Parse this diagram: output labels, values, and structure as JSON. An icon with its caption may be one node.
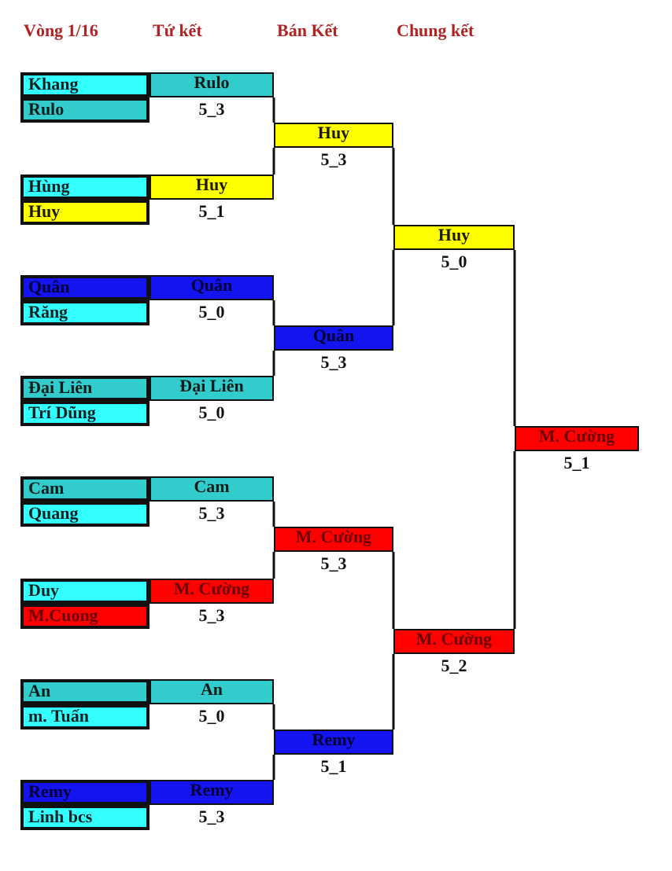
{
  "diagram": {
    "nodes": [
      {
        "text": [
          "Khang"
        ]
      },
      {
        "text": [
          "Rulo"
        ]
      },
      {
        "text": [
          "Hùng"
        ]
      },
      {
        "text": [
          "Huy"
        ]
      },
      {
        "text": [
          "Quân"
        ]
      },
      {
        "text": [
          "Răng"
        ]
      },
      {
        "text": [
          "Đại Liên"
        ]
      },
      {
        "text": [
          "Trí Dũng"
        ]
      },
      {
        "text": [
          "Cam"
        ]
      },
      {
        "text": [
          "Quang"
        ]
      },
      {
        "text": [
          "Duy"
        ]
      },
      {
        "text": [
          "M.Cuong"
        ]
      },
      {
        "text": [
          "An"
        ]
      },
      {
        "text": [
          "m. Tuấn"
        ]
      },
      {
        "text": [
          "Remy"
        ]
      },
      {
        "text": [
          "Linh bcs"
        ]
      },
      {
        "text": [
          "Rulo"
        ],
        "beside": [
          "5_3"
        ]
      },
      {
        "text": [
          "Huy"
        ],
        "beside": [
          "5_1"
        ]
      },
      {
        "text": [
          "Quân"
        ],
        "beside": [
          "5_0"
        ]
      },
      {
        "text": [
          "Đại Liên"
        ],
        "beside": [
          "5_0"
        ]
      },
      {
        "text": [
          "Cam"
        ],
        "beside": [
          "5_3"
        ]
      },
      {
        "text": [
          "M. Cường"
        ],
        "beside": [
          "5_3"
        ]
      },
      {
        "text": [
          "An"
        ],
        "beside": [
          "5_0"
        ]
      },
      {
        "text": [
          "Remy"
        ],
        "beside": [
          "5_3"
        ]
      },
      {
        "text": [
          "Huy"
        ],
        "beside": [
          "5_3"
        ]
      },
      {
        "text": [
          "Quân"
        ],
        "beside": [
          "5_3"
        ]
      },
      {
        "text": [
          "M. Cường"
        ],
        "beside": [
          "5_3"
        ]
      },
      {
        "text": [
          "Remy"
        ],
        "beside": [
          "5_1"
        ]
      },
      {
        "text": [
          "Huy"
        ],
        "beside": [
          "5_0"
        ]
      },
      {
        "text": [
          "M. Cường"
        ],
        "beside": [
          "5_2"
        ]
      },
      {
        "text": [
          "M. Cường"
        ],
        "beside": [
          "5_1"
        ]
      }
    ],
    "edges": [
      {
        "from": 16,
        "to": 24,
        "arrow": "none"
      },
      {
        "from": 17,
        "to": 24,
        "arrow": "none"
      },
      {
        "from": 18,
        "to": 25,
        "arrow": "none"
      },
      {
        "from": 19,
        "to": 25,
        "arrow": "none"
      },
      {
        "from": 20,
        "to": 26,
        "arrow": "none"
      },
      {
        "from": 21,
        "to": 26,
        "arrow": "none"
      },
      {
        "from": 22,
        "to": 27,
        "arrow": "none"
      },
      {
        "from": 23,
        "to": 27,
        "arrow": "none"
      },
      {
        "from": 24,
        "to": 28,
        "arrow": "none"
      },
      {
        "from": 25,
        "to": 28,
        "arrow": "none"
      },
      {
        "from": 26,
        "to": 29,
        "arrow": "none"
      },
      {
        "from": 27,
        "to": 29,
        "arrow": "none"
      },
      {
        "from": 28,
        "to": 30,
        "arrow": "none"
      },
      {
        "from": 29,
        "to": 30,
        "arrow": "none"
      }
    ],
    "labels": [
      "Vòng 1/16",
      "Tứ kết",
      "Bán Kết",
      "Chung kết"
    ]
  }
}
